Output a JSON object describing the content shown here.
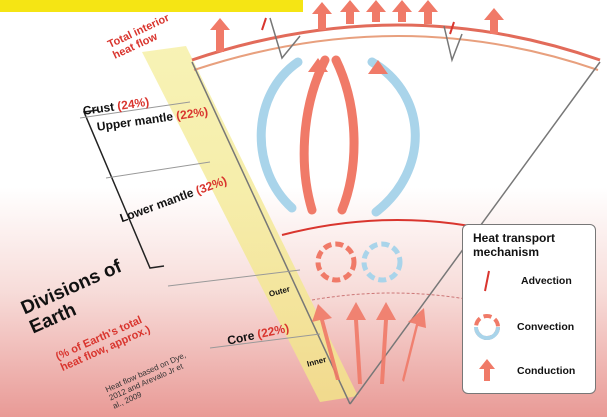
{
  "labels": {
    "total_interior_heat_flow": "Total interior heat flow",
    "crust": "Crust",
    "crust_pct": "(24%)",
    "upper_mantle": "Upper mantle",
    "upper_mantle_pct": "(22%)",
    "lower_mantle": "Lower mantle",
    "lower_mantle_pct": "(32%)",
    "outer": "Outer",
    "core": "Core",
    "core_pct": "(22%)",
    "inner": "Inner",
    "divisions_title": "Divisions of Earth",
    "heat_flow_subtitle": "(% of Earth's total heat flow, approx.)",
    "source_note": "Heat flow based on Dye, 2012 and Arevalo Jr et al., 2009"
  },
  "legend": {
    "title": "Heat transport mechanism",
    "items": [
      {
        "label": "Advection"
      },
      {
        "label": "Convection"
      },
      {
        "label": "Conduction"
      }
    ]
  },
  "colors": {
    "banner_yellow": "#f5e514",
    "accent_red": "#d9352e",
    "arrow_red": "#f07a68",
    "arrow_blue": "#a9d4ea",
    "background_pink": "#e99a96"
  }
}
